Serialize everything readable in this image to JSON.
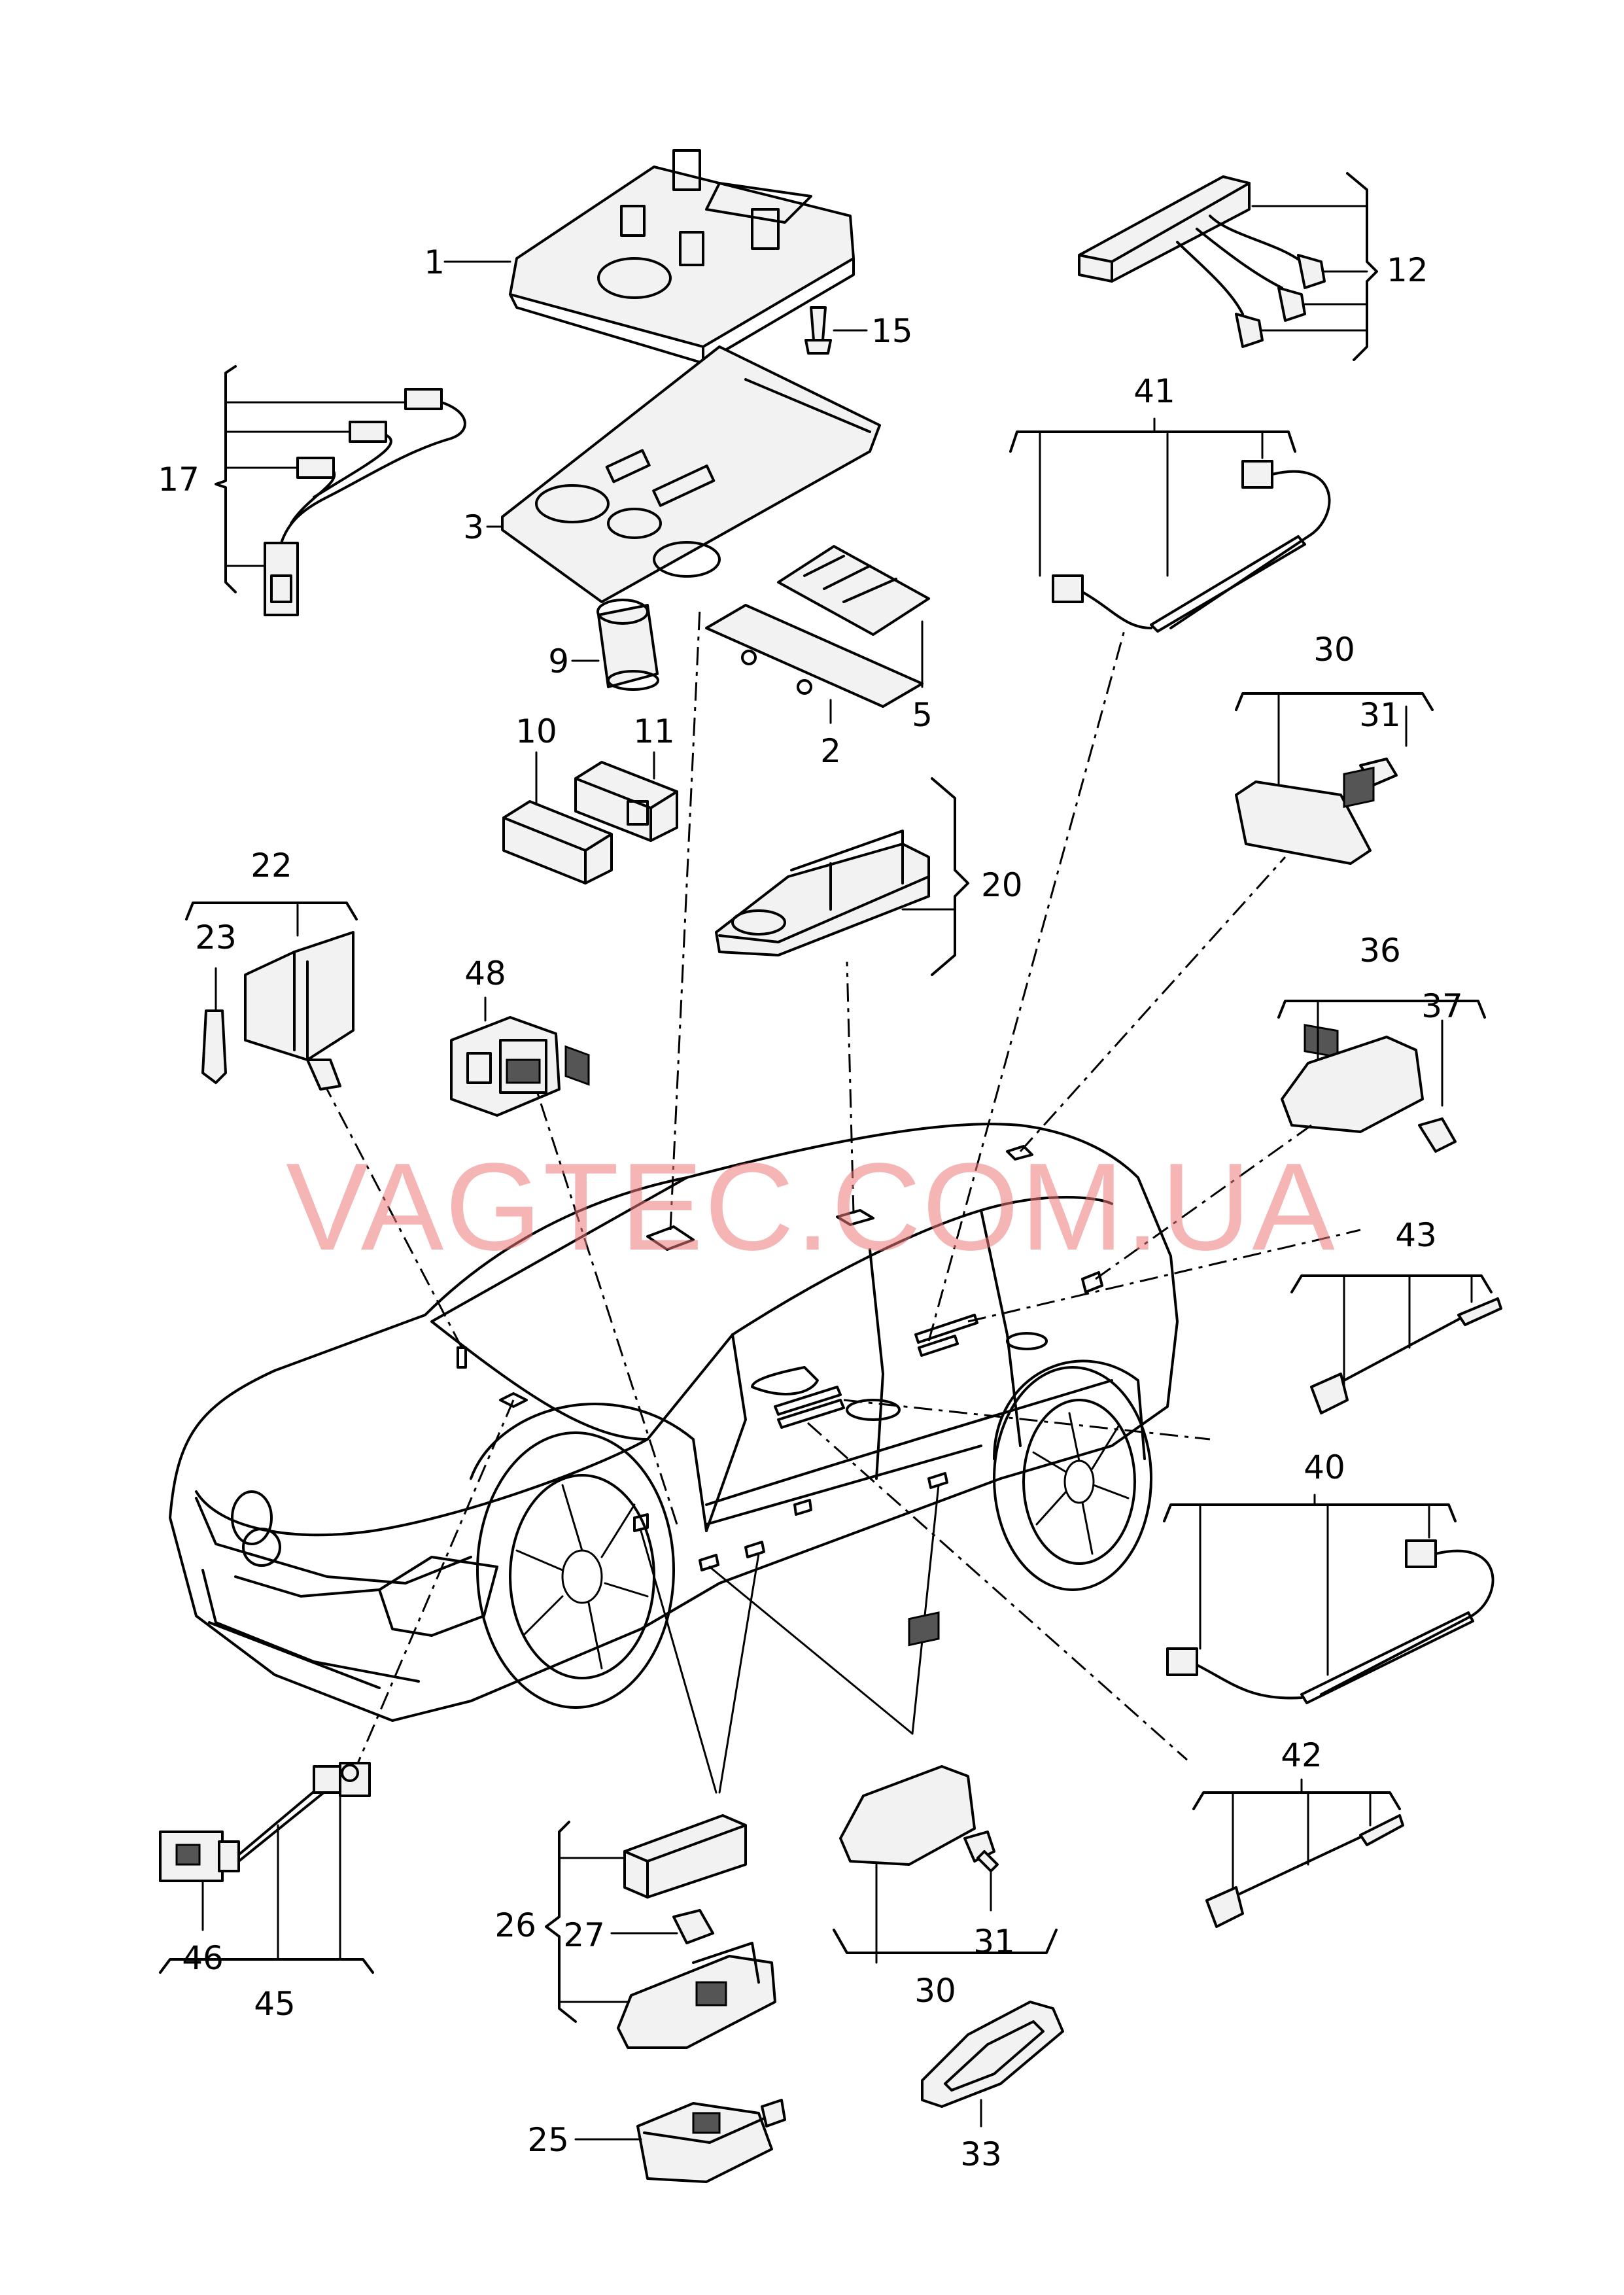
{
  "watermark": "VAGTEC.COM.UA",
  "callouts": [
    {
      "id": "1",
      "text": "1"
    },
    {
      "id": "2",
      "text": "2"
    },
    {
      "id": "3",
      "text": "3"
    },
    {
      "id": "5",
      "text": "5"
    },
    {
      "id": "9",
      "text": "9"
    },
    {
      "id": "10",
      "text": "10"
    },
    {
      "id": "11",
      "text": "11"
    },
    {
      "id": "12",
      "text": "12"
    },
    {
      "id": "15",
      "text": "15"
    },
    {
      "id": "17",
      "text": "17"
    },
    {
      "id": "20",
      "text": "20"
    },
    {
      "id": "22",
      "text": "22"
    },
    {
      "id": "23",
      "text": "23"
    },
    {
      "id": "25",
      "text": "25"
    },
    {
      "id": "26",
      "text": "26"
    },
    {
      "id": "27",
      "text": "27"
    },
    {
      "id": "30a",
      "text": "30"
    },
    {
      "id": "30b",
      "text": "30"
    },
    {
      "id": "31a",
      "text": "31"
    },
    {
      "id": "31b",
      "text": "31"
    },
    {
      "id": "33",
      "text": "33"
    },
    {
      "id": "36",
      "text": "36"
    },
    {
      "id": "37",
      "text": "37"
    },
    {
      "id": "40",
      "text": "40"
    },
    {
      "id": "41",
      "text": "41"
    },
    {
      "id": "42",
      "text": "42"
    },
    {
      "id": "43",
      "text": "43"
    },
    {
      "id": "45",
      "text": "45"
    },
    {
      "id": "46",
      "text": "46"
    },
    {
      "id": "48",
      "text": "48"
    }
  ]
}
